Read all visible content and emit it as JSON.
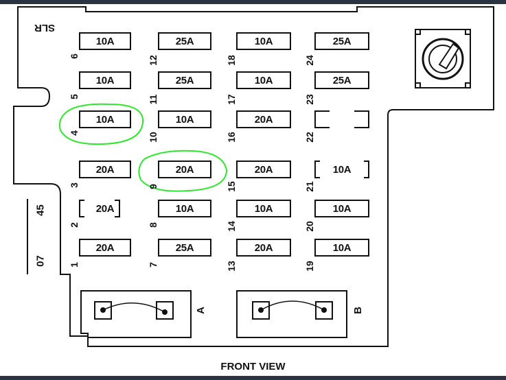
{
  "panel": {
    "top_label": "SLR",
    "side_labels": [
      "45",
      "07"
    ],
    "footer": "FRONT VIEW",
    "highlight_color": "#2ee62e"
  },
  "fuses": [
    {
      "num": "1",
      "rating": "20A"
    },
    {
      "num": "2",
      "rating": "20A"
    },
    {
      "num": "3",
      "rating": "20A"
    },
    {
      "num": "4",
      "rating": "10A"
    },
    {
      "num": "5",
      "rating": "10A"
    },
    {
      "num": "6",
      "rating": "10A"
    },
    {
      "num": "7",
      "rating": "25A"
    },
    {
      "num": "8",
      "rating": "10A"
    },
    {
      "num": "9",
      "rating": "20A"
    },
    {
      "num": "10",
      "rating": "10A"
    },
    {
      "num": "11",
      "rating": "25A"
    },
    {
      "num": "12",
      "rating": "25A"
    },
    {
      "num": "13",
      "rating": "20A"
    },
    {
      "num": "14",
      "rating": "10A"
    },
    {
      "num": "15",
      "rating": "20A"
    },
    {
      "num": "16",
      "rating": "20A"
    },
    {
      "num": "17",
      "rating": "10A"
    },
    {
      "num": "18",
      "rating": "10A"
    },
    {
      "num": "19",
      "rating": "10A"
    },
    {
      "num": "20",
      "rating": "10A"
    },
    {
      "num": "21",
      "rating": "10A"
    },
    {
      "num": "22",
      "rating": ""
    },
    {
      "num": "23",
      "rating": "25A"
    },
    {
      "num": "24",
      "rating": "25A"
    }
  ],
  "relays": [
    {
      "label": "A"
    },
    {
      "label": "B"
    }
  ]
}
